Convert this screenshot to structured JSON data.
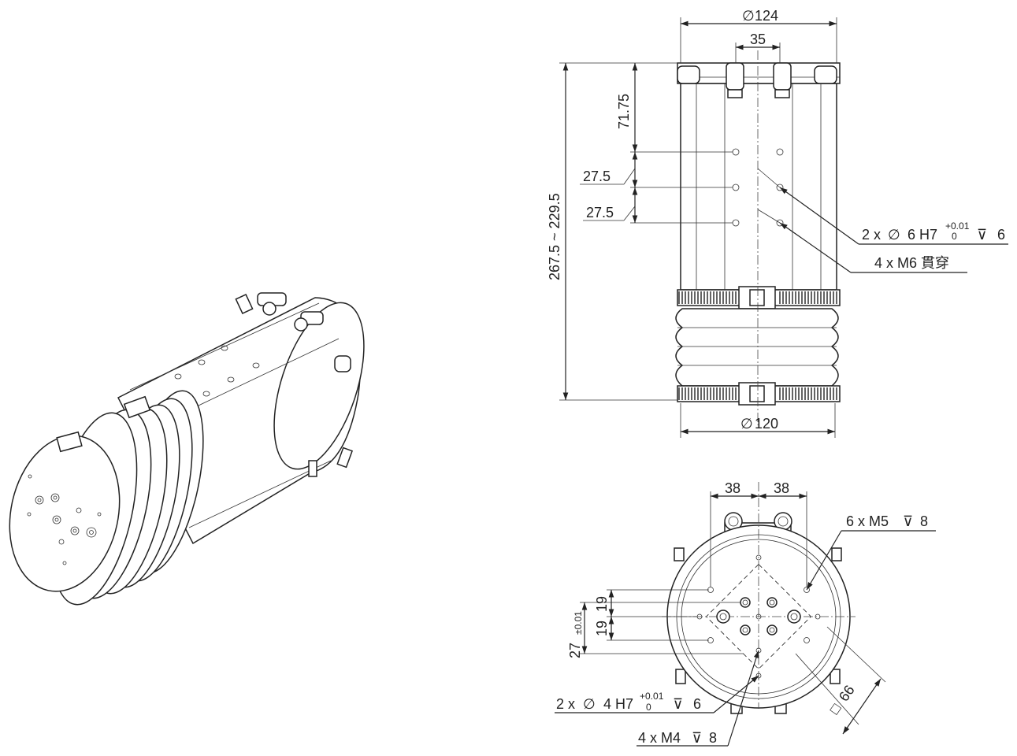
{
  "dimensions": {
    "top_diameter": "124",
    "fitting_spacing": "35",
    "top_offset": "71.75",
    "spacing_a": "27.5",
    "spacing_b": "27.5",
    "total_length": "267.5 ~ 229.5",
    "bottom_diameter": "120",
    "pin_holes_side_prefix": "2 x",
    "pin_holes_side_size": "6 H7",
    "pin_holes_side_tol_upper": "+0.01",
    "pin_holes_side_tol_lower": "0",
    "pin_holes_side_depth": "6",
    "tap_side": "4 x M6 貫穿",
    "face_left": "38",
    "face_right": "38",
    "face_taps": "6 x M5",
    "face_taps_depth": "8",
    "face_v1": "19",
    "face_v2": "19",
    "face_v3": "27",
    "face_v3_tol": "±0.01",
    "face_square": "66",
    "pin_holes_face_prefix": "2 x",
    "pin_holes_face_size": "4 H7",
    "pin_holes_face_tol_upper": "+0.01",
    "pin_holes_face_tol_lower": "0",
    "pin_holes_face_depth": "6",
    "face_m4": "4 x M4",
    "face_m4_depth": "8"
  },
  "symbols": {
    "diameter": "∅",
    "depth": "⊽",
    "square": "□"
  }
}
